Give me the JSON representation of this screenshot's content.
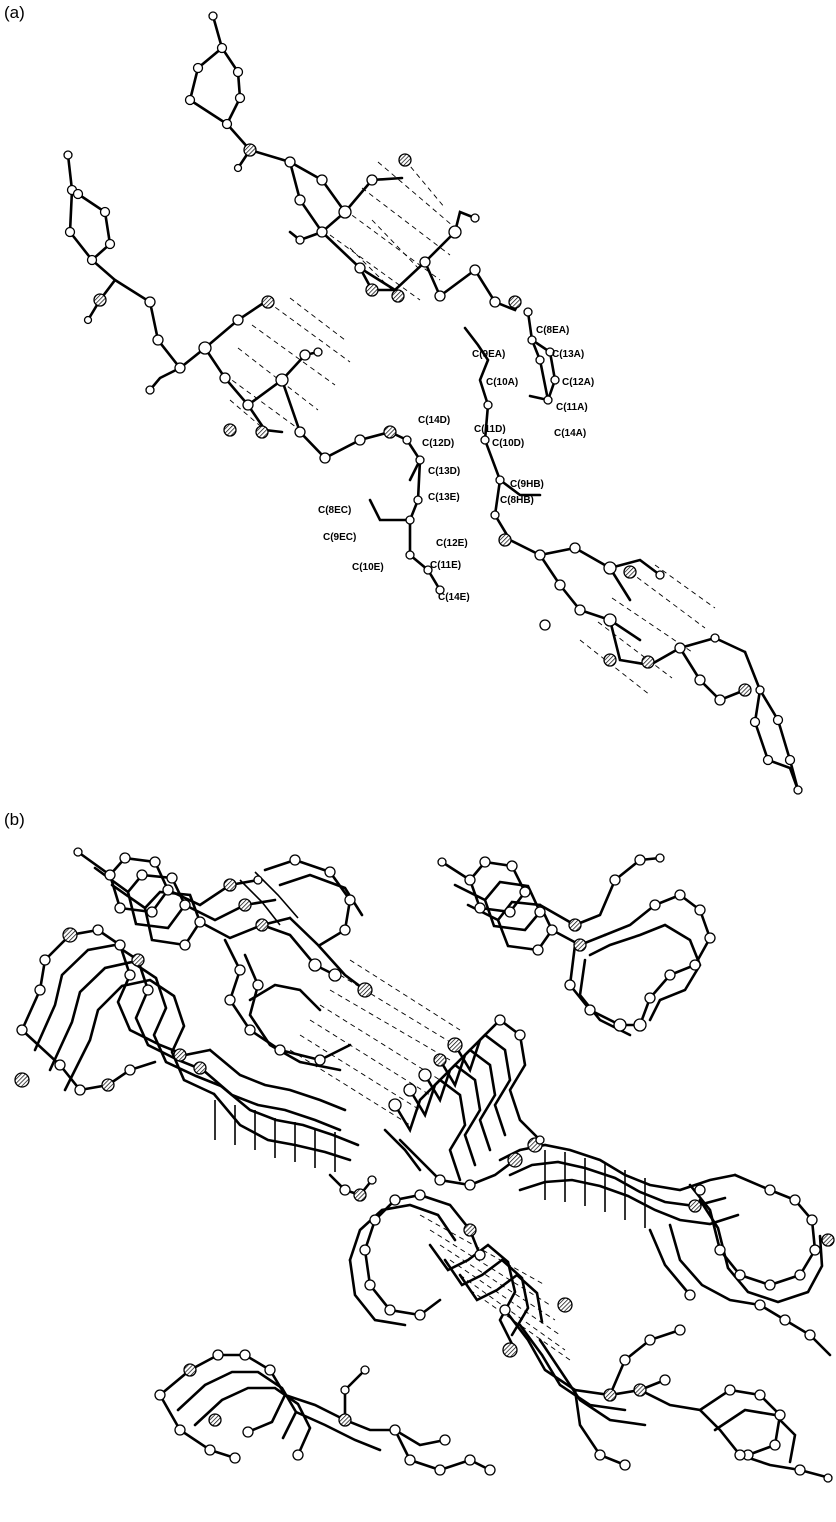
{
  "panels": {
    "a": {
      "label": "(a)"
    },
    "b": {
      "label": "(b)"
    }
  },
  "atom_labels": [
    "C(8EA)",
    "C(9EA)",
    "C(13A)",
    "C(10A)",
    "C(12A)",
    "C(14D)",
    "C(11A)",
    "C(11D)",
    "C(12D)",
    "C(10D)",
    "C(14A)",
    "C(13D)",
    "C(9HB)",
    "C(8EC)",
    "C(13E)",
    "C(8HB)",
    "C(9EC)",
    "C(12E)",
    "C(10E)",
    "C(11E)",
    "C(14E)"
  ]
}
